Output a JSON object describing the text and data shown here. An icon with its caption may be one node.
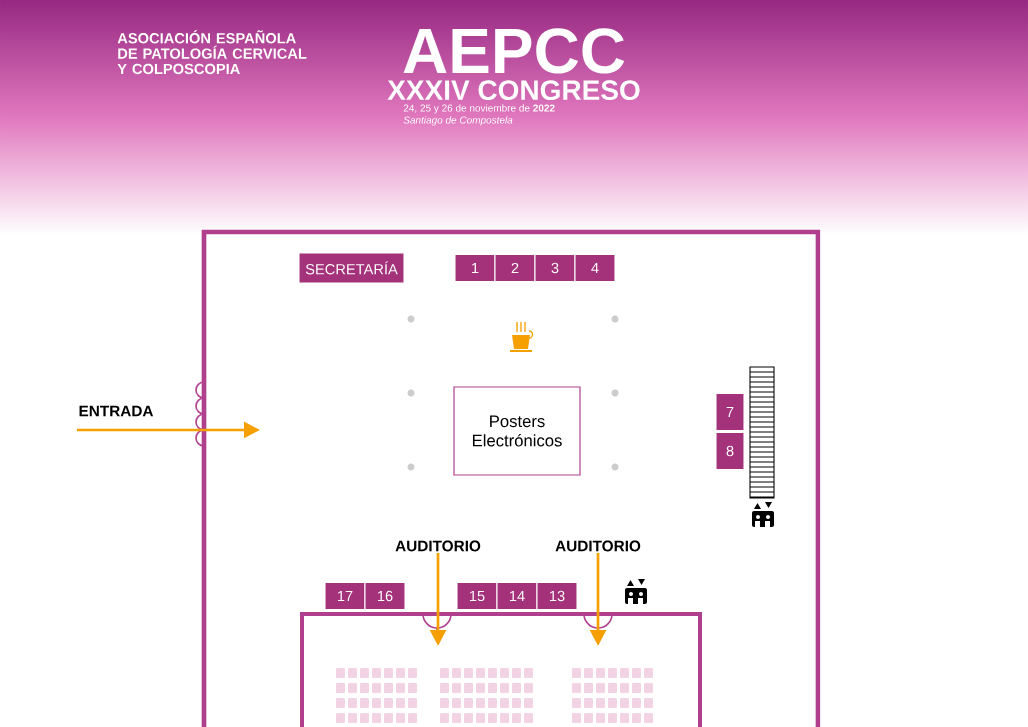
{
  "diagram": {
    "title": "AEPCC",
    "nodes": [
      {
        "text": [],
        "shape": "box"
      },
      {
        "text": [
          "SECRETARÍA"
        ],
        "in": 0
      },
      {
        "text": [
          "1"
        ],
        "in": 0
      },
      {
        "text": [
          "2"
        ],
        "in": 0
      },
      {
        "text": [
          "3"
        ],
        "in": 0
      },
      {
        "text": [
          "4"
        ],
        "in": 0
      },
      {
        "text": [
          "Posters Electrónicos"
        ],
        "in": 0
      },
      {
        "text": [
          "7"
        ],
        "in": 0
      },
      {
        "text": [
          "8"
        ],
        "in": 0
      },
      {
        "text": [
          "17"
        ],
        "in": 0
      },
      {
        "text": [
          "16"
        ],
        "in": 0
      },
      {
        "text": [
          "15"
        ],
        "in": 0
      },
      {
        "text": [
          "14"
        ],
        "in": 0
      },
      {
        "text": [
          "13"
        ],
        "in": 0
      },
      {
        "text": [
          "ENTRADA"
        ]
      },
      {
        "text": [
          "AUDITORIO"
        ],
        "in": 0
      },
      {
        "text": [
          "AUDITORIO"
        ],
        "in": 0
      },
      {
        "text": [],
        "shape": "box",
        "in": 0
      }
    ],
    "edges": [
      {
        "from": 14,
        "to": null,
        "arrow": "to"
      },
      {
        "from": 15,
        "to": 17,
        "arrow": "to"
      },
      {
        "from": 16,
        "to": 17,
        "arrow": "to"
      }
    ],
    "labels": [
      "ASOCIACIÓN ESPAÑOLA DE PATOLOGÍA CERVICAL Y COLPOSCOPIA",
      "XXXIV CONGRESO",
      "24, 25 y 26 de noviembre de **2022**",
      "Santiago de Compostela"
    ]
  }
}
